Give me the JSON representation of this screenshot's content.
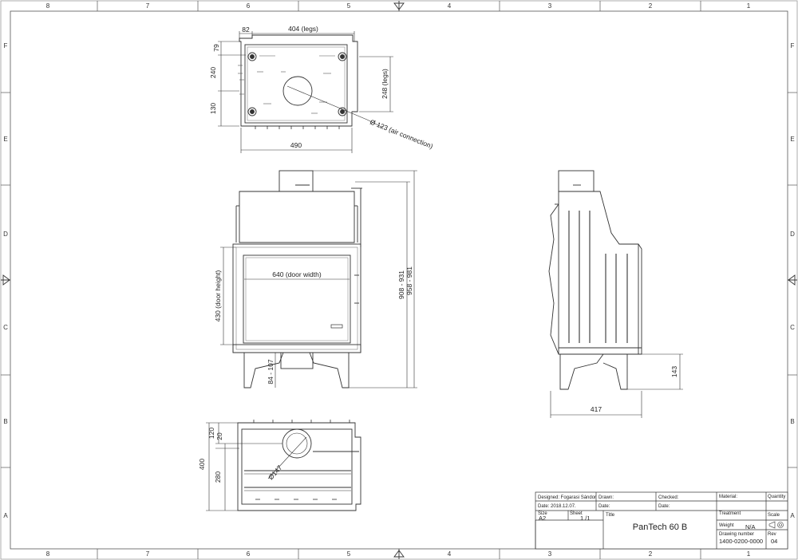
{
  "frame": {
    "columns": [
      "8",
      "7",
      "6",
      "5",
      "4",
      "3",
      "2",
      "1"
    ],
    "rows": [
      "F",
      "E",
      "D",
      "C",
      "B",
      "A"
    ]
  },
  "dimensions": {
    "top_legs_offset": "82",
    "top_legs_width": "404 (legs)",
    "top_79": "79",
    "top_240": "240",
    "top_130": "130",
    "top_legs_depth": "248 (legs)",
    "top_air": "Ø 123 (air connection)",
    "top_width": "490",
    "door_width": "640 (door width)",
    "door_height": "430 (door height)",
    "leg_height": "84 - 107",
    "height_1": "908 - 931",
    "height_2": "958 - 981",
    "side_143": "143",
    "side_depth": "417",
    "bottom_120": "120",
    "bottom_20": "20",
    "bottom_400": "400",
    "bottom_280": "280",
    "bottom_dia": "Ø147"
  },
  "title_block": {
    "designed_label": "Designed: Fogarasi Sándor",
    "designed_date": "Date:  2018.12.07.",
    "drawn_label": "Drawn:",
    "drawn_date": "Date:",
    "checked_label": "Checked:",
    "checked_date": "Date:",
    "material_label": "Material:",
    "quantity_label": "Quantity",
    "size_label": "Size",
    "size_value": "A2",
    "sheet_label": "Sheet",
    "sheet_value": "1   /1",
    "title_label": "Title",
    "title_value": "PanTech 60 B",
    "treatment_label": "Treatment",
    "scale_label": "Scale",
    "weight_label": "Weight",
    "weight_value": "N/A",
    "drawing_number_label": "Drawing number",
    "drawing_number_value": "1400-0200-0000",
    "rev_label": "Rev",
    "rev_value": "04"
  }
}
